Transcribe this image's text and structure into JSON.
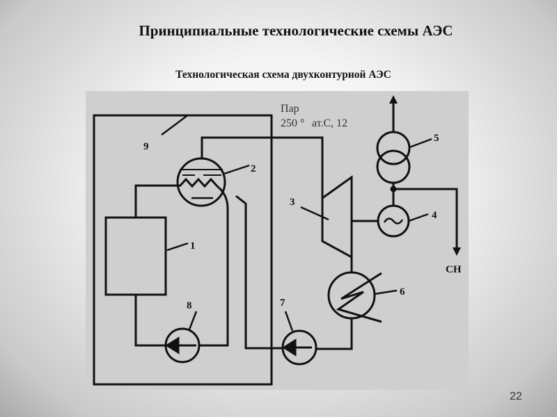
{
  "slide": {
    "title": "Принципиальные технологические схемы АЭС",
    "subtitle": "Технологическая схема двухконтурной АЭС",
    "page_number": "22"
  },
  "diagram": {
    "steam_label": "Пар",
    "steam_params_a": "250 °",
    "steam_params_b": "ат.C,  12",
    "labels": [
      "1",
      "2",
      "3",
      "4",
      "5",
      "6",
      "7",
      "8",
      "9"
    ],
    "own_needs": "СН"
  }
}
